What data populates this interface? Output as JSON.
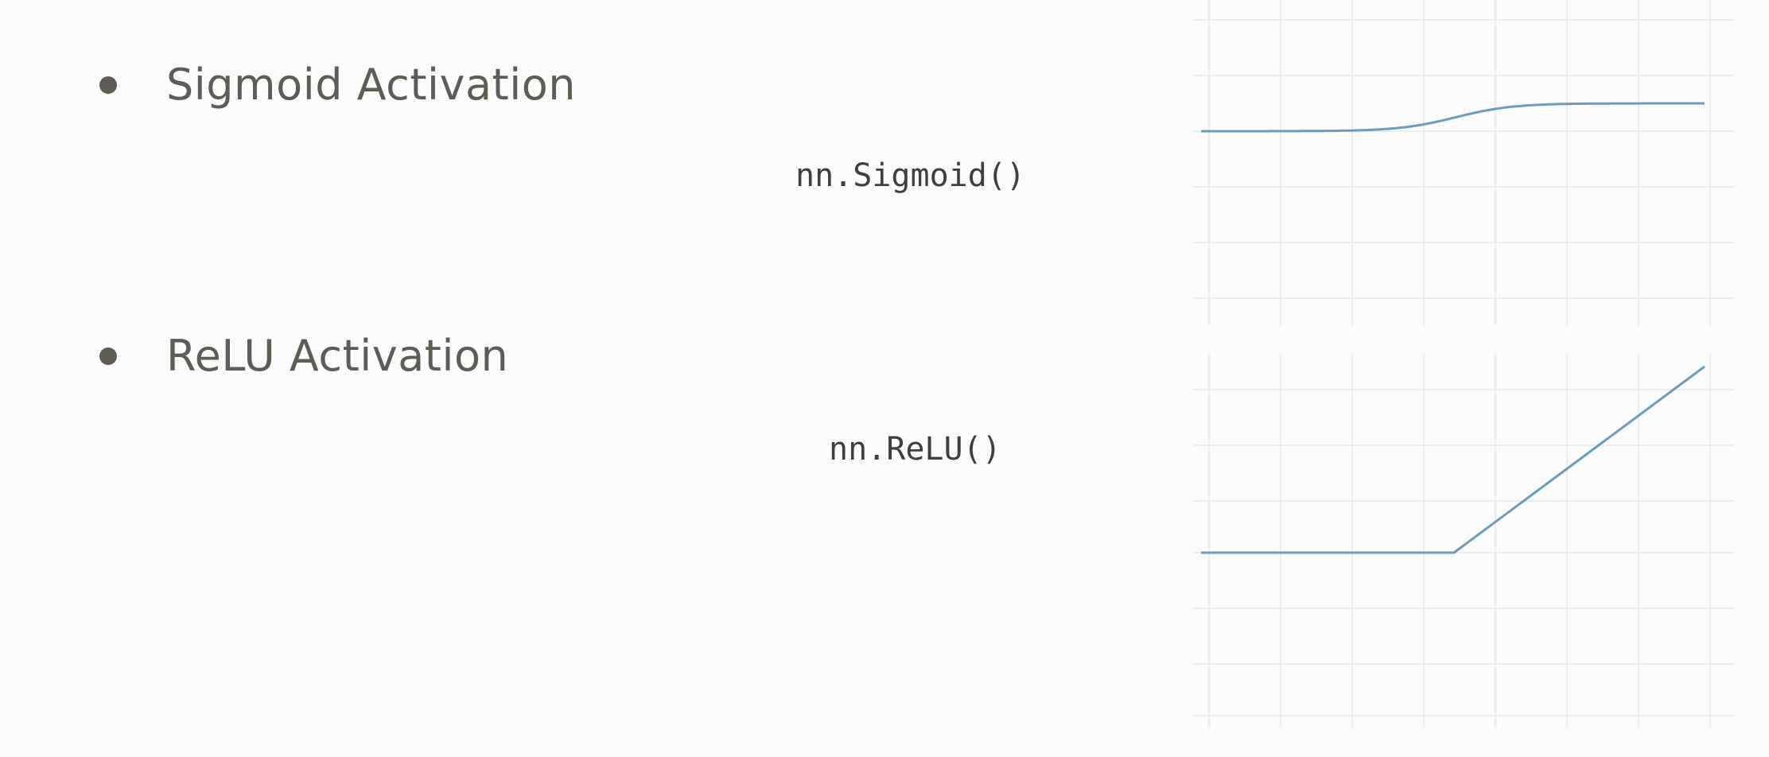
{
  "slide": {
    "items": [
      {
        "label": "Sigmoid Activation",
        "code": "nn.Sigmoid()",
        "graph": {
          "function": "sigmoid",
          "curve_color": "#6f9bbd",
          "grid_color": "#e6e9ee"
        }
      },
      {
        "label": "ReLU Activation",
        "code": "nn.ReLU()",
        "graph": {
          "function": "relu",
          "curve_color": "#6f9bbd",
          "grid_color": "#e6e9ee"
        }
      }
    ]
  },
  "colors": {
    "background": "#fbfbfb",
    "text": "#5e5c54",
    "code_text": "#3f3f3f"
  }
}
